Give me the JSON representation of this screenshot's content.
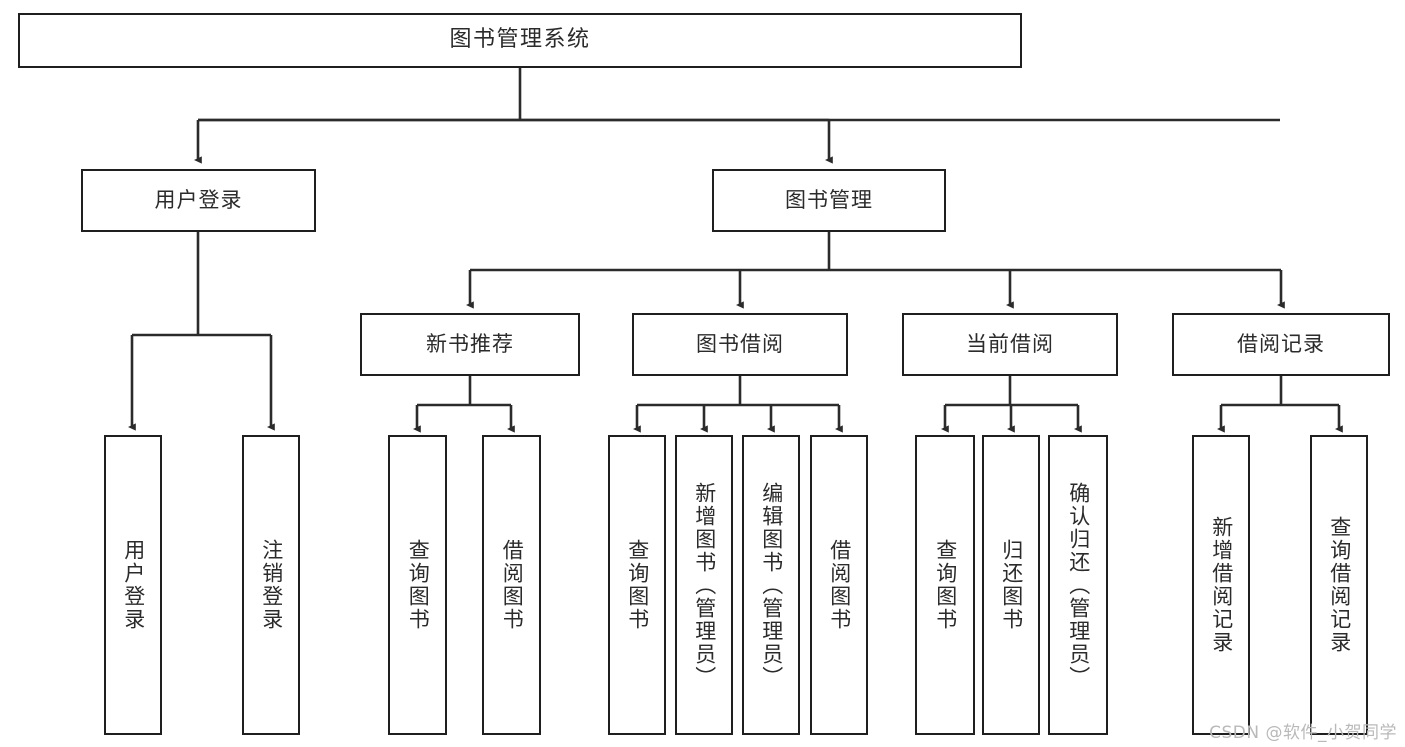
{
  "diagram": {
    "title": "图书管理系统",
    "watermark": "CSDN @软件_小贺同学",
    "line_color": "#2b2b2b",
    "box_fill": "#ffffff",
    "text_color": "#2b2b2b",
    "watermark_color": "#b9b9b9",
    "root": {
      "label": "图书管理系统"
    },
    "level2": [
      {
        "label": "用户登录"
      },
      {
        "label": "图书管理"
      }
    ],
    "level3": [
      {
        "label": "新书推荐"
      },
      {
        "label": "图书借阅"
      },
      {
        "label": "当前借阅"
      },
      {
        "label": "借阅记录"
      }
    ],
    "leaves": {
      "user_login": [
        {
          "label": "用户登录"
        },
        {
          "label": "注销登录"
        }
      ],
      "new_book_recommend": [
        {
          "label": "查询图书"
        },
        {
          "label": "借阅图书"
        }
      ],
      "book_borrow": [
        {
          "label": "查询图书"
        },
        {
          "label": "新增图书（管理员）"
        },
        {
          "label": "编辑图书（管理员）"
        },
        {
          "label": "借阅图书"
        }
      ],
      "current_borrow": [
        {
          "label": "查询图书"
        },
        {
          "label": "归还图书"
        },
        {
          "label": "确认归还（管理员）"
        }
      ],
      "borrow_record": [
        {
          "label": "新增借阅记录"
        },
        {
          "label": "查询借阅记录"
        }
      ]
    }
  }
}
